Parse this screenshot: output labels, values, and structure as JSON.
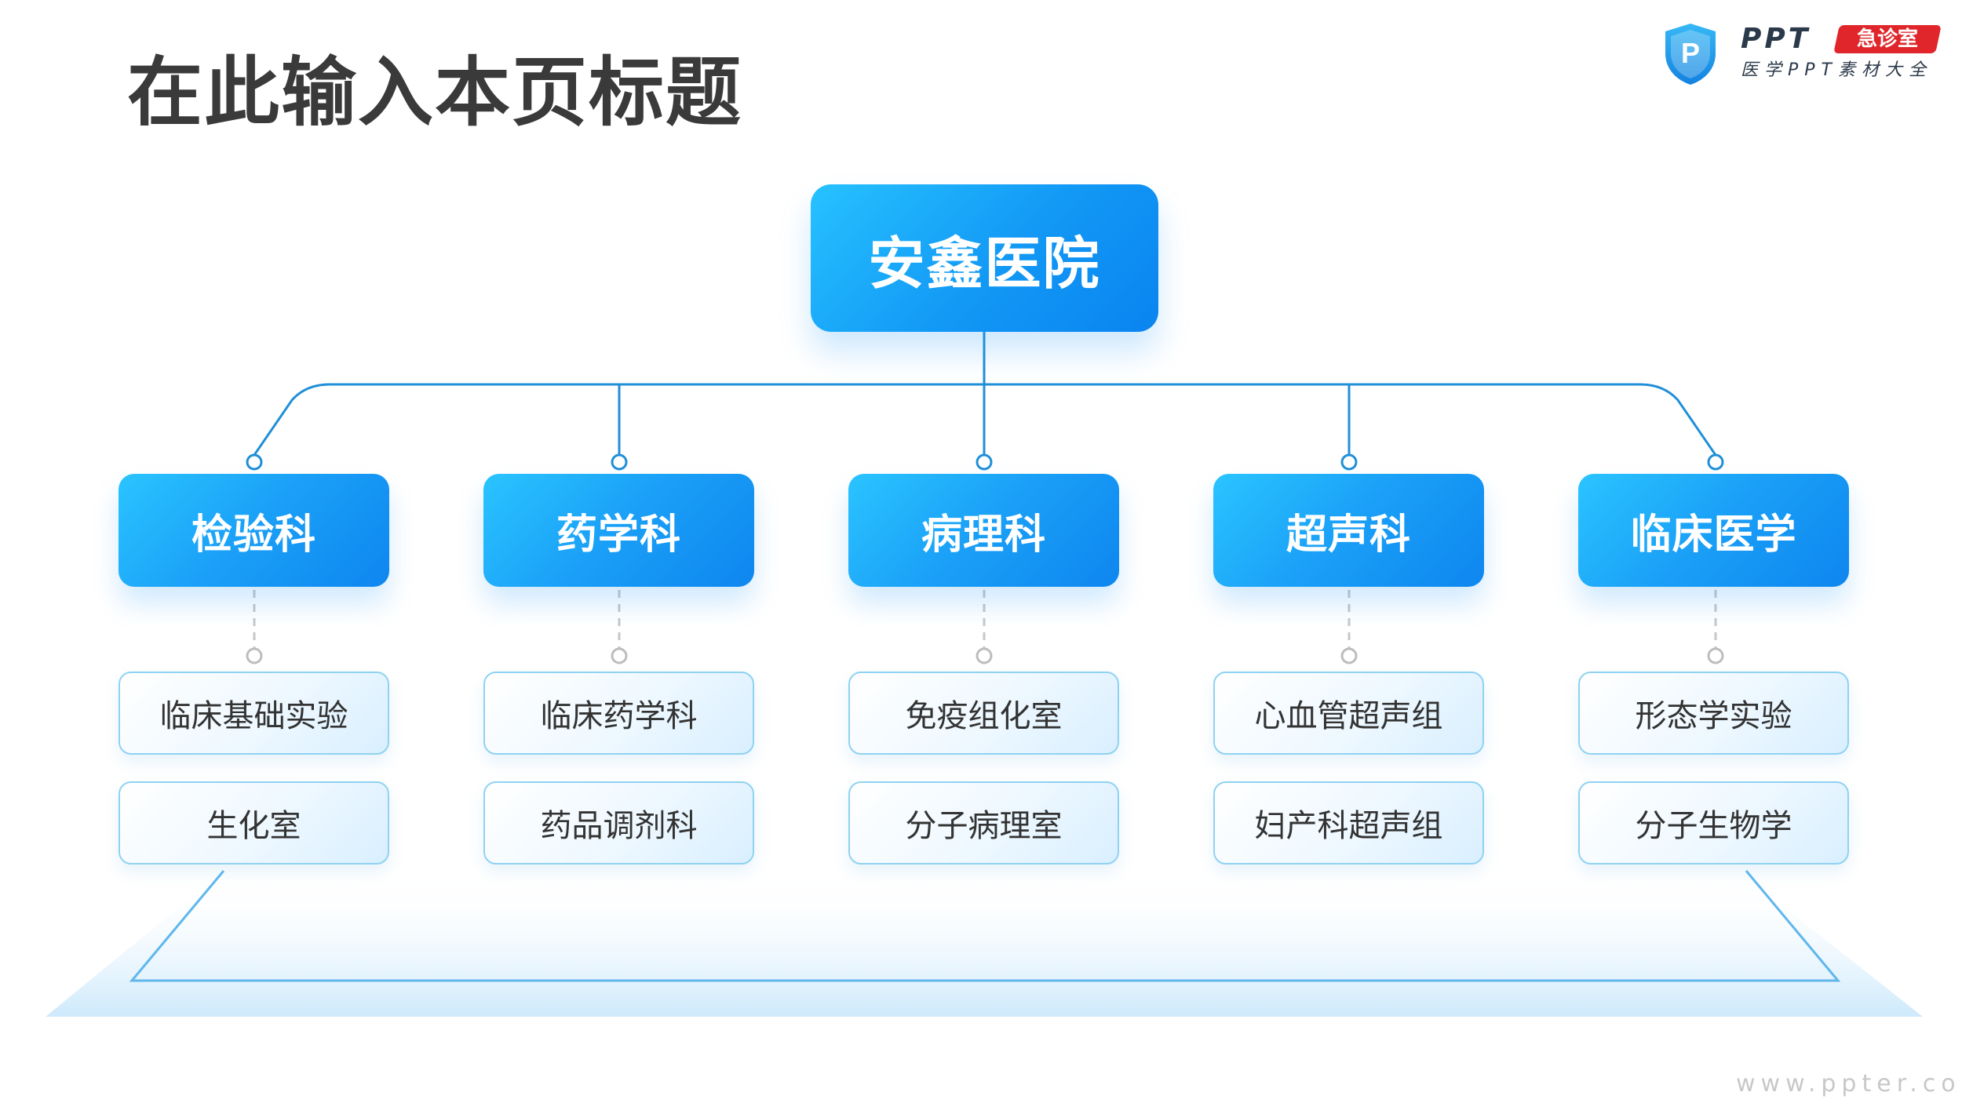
{
  "header": {
    "title": "在此输入本页标题"
  },
  "logo": {
    "shield_letter": "P",
    "brand": "PPT",
    "badge": "急诊室",
    "subtitle": "医学PPT素材大全"
  },
  "org_chart": {
    "root": "安鑫医院",
    "departments": [
      {
        "name": "检验科",
        "units": [
          "临床基础实验",
          "生化室"
        ]
      },
      {
        "name": "药学科",
        "units": [
          "临床药学科",
          "药品调剂科"
        ]
      },
      {
        "name": "病理科",
        "units": [
          "免疫组化室",
          "分子病理室"
        ]
      },
      {
        "name": "超声科",
        "units": [
          "心血管超声组",
          "妇产科超声组"
        ]
      },
      {
        "name": "临床医学",
        "units": [
          "形态学实验",
          "分子生物学"
        ]
      }
    ]
  },
  "footer": {
    "url": "www.ppter.com"
  },
  "colors": {
    "primary": "#1298f5",
    "line": "#1f8fd8",
    "title": "#3a3a3a",
    "badge": "#e0262a"
  }
}
